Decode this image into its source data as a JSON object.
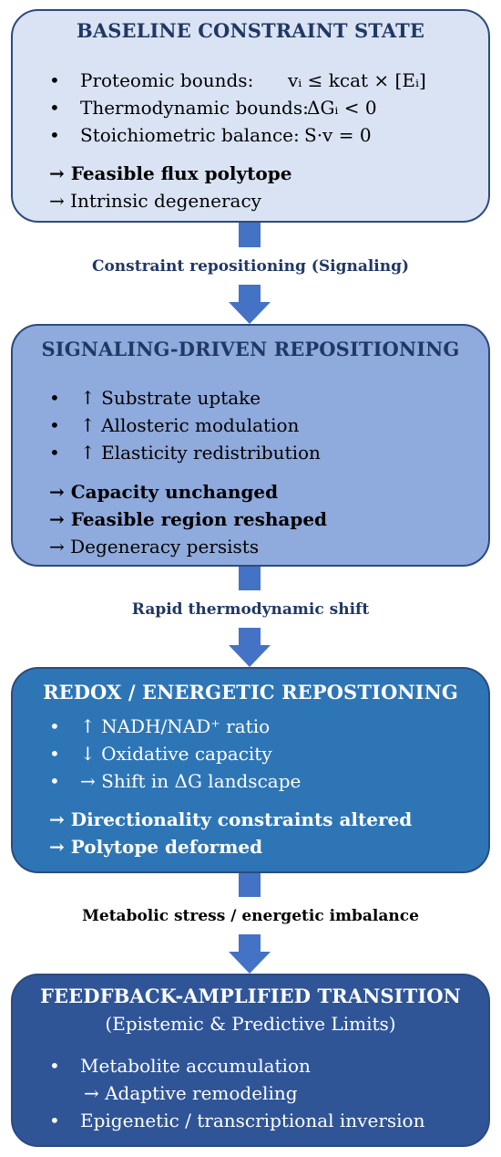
{
  "boxes": [
    {
      "title": "BASELINE CONSTRAINT STATE",
      "bullets": [
        {
          "label": "Proteomic bounds:",
          "formula": "vᵢ ≤ kcat × [Eᵢ]"
        },
        {
          "label": "Thermodynamic bounds:",
          "formula": "ΔGᵢ < 0"
        },
        {
          "label": "Stoichiometric balance:",
          "formula": "S·v = 0"
        }
      ],
      "outcomes": [
        "→ Feasible flux polytope",
        "→ Intrinsic degeneracy"
      ]
    },
    {
      "title": "SIGNALING-DRIVEN REPOSITIONING",
      "bullets": [
        "↑ Substrate uptake",
        "↑ Allosteric modulation",
        "↑ Elasticity redistribution"
      ],
      "outcomes": [
        "→ Capacity unchanged",
        "→ Feasible region reshaped",
        "→ Degeneracy persists"
      ]
    },
    {
      "title": "REDOX / ENERGETIC REPOSTIONING",
      "bullets": [
        "↑ NADH/NAD⁺ ratio",
        "↓ Oxidative capacity",
        "→ Shift in ΔG landscape"
      ],
      "outcomes": [
        "→ Directionality constraints altered",
        "→ Polytope deformed"
      ]
    },
    {
      "title": "FEEDFBACK-AMPLIFIED TRANSITION",
      "subtitle": "(Epistemic & Predictive Limits)",
      "bullets": [
        "Metabolite accumulation",
        "Epigenetic / transcriptional inversion"
      ],
      "sub_outcome": "→ Adaptive remodeling"
    }
  ],
  "connectors": [
    "Constraint repositioning (Signaling)",
    "Rapid thermodynamic shift",
    "Metabolic stress / energetic imbalance"
  ],
  "colors": {
    "box1_fill": "#dae3f3",
    "box2_fill": "#8faadc",
    "box3_fill": "#2e75b6",
    "box4_fill": "#2f5597",
    "arrow": "#4472c4",
    "title_dark": "#203864",
    "connector_text_1": "#203864",
    "connector_text_2": "#000000"
  }
}
